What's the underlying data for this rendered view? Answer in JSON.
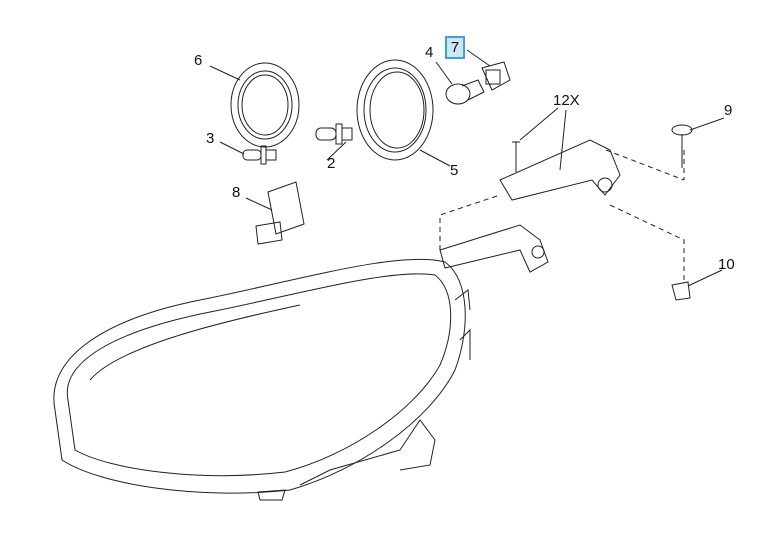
{
  "diagram": {
    "callouts": [
      {
        "id": "6",
        "part": "ring"
      },
      {
        "id": "4",
        "part": "bulb"
      },
      {
        "id": "7",
        "part": "bulb-socket",
        "highlighted": true
      },
      {
        "id": "12X",
        "part": "screw"
      },
      {
        "id": "9",
        "part": "bolt"
      },
      {
        "id": "3",
        "part": "bulb"
      },
      {
        "id": "2",
        "part": "bulb"
      },
      {
        "id": "5",
        "part": "ring"
      },
      {
        "id": "8",
        "part": "actuator"
      },
      {
        "id": "10",
        "part": "clip"
      }
    ],
    "highlight_color": "#3fa2d6",
    "highlight_fill": "#cfe7f4"
  }
}
